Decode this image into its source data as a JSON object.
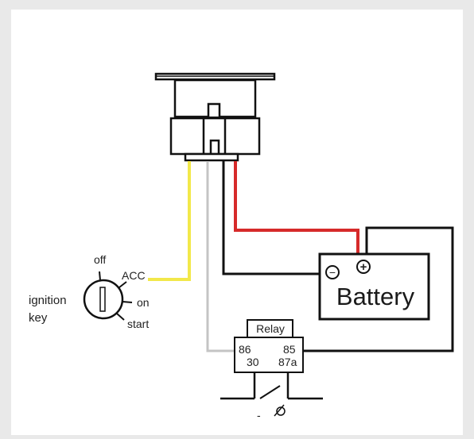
{
  "ignition": {
    "label_line1": "ignition",
    "label_line2": "key",
    "positions": {
      "off": "off",
      "acc": "ACC",
      "on": "on",
      "start": "start"
    }
  },
  "battery": {
    "label": "Battery",
    "negative_symbol": "−",
    "positive_symbol": "+"
  },
  "relay": {
    "title": "Relay",
    "pin_86": "86",
    "pin_85": "85",
    "pin_30": "30",
    "pin_87a": "87a"
  },
  "switch": {
    "label": "-"
  },
  "colors": {
    "frame": "#e9e9e9",
    "wire_yellow": "#f2e84a",
    "wire_red": "#d62a2a",
    "wire_grey": "#c4c4c4",
    "wire_black": "#111111"
  }
}
